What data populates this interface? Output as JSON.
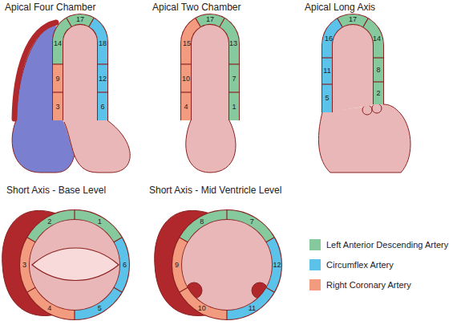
{
  "diagram": {
    "labels": [
      "Apical Four Chamber",
      "Apical Two Chamber",
      "Apical Long Axis",
      "14",
      "17",
      "18",
      "9",
      "12",
      "3",
      "6",
      "15",
      "17",
      "13",
      "10",
      "7",
      "4",
      "1",
      "17",
      "16",
      "14",
      "11",
      "8",
      "5",
      "2",
      "Short Axis - Base Level",
      "Short Axis - Mid Ventricle Level",
      "2",
      "1",
      "3",
      "6",
      "4",
      "5",
      "8",
      "7",
      "9",
      "12",
      "10",
      "11"
    ],
    "legend": [
      {
        "text": "Left Anterior Descending Artery",
        "color": "#86c99d"
      },
      {
        "text": "Circumflex Artery",
        "color": "#5bc2ea"
      },
      {
        "text": "Right Coronary Artery",
        "color": "#f39b7e"
      }
    ]
  }
}
